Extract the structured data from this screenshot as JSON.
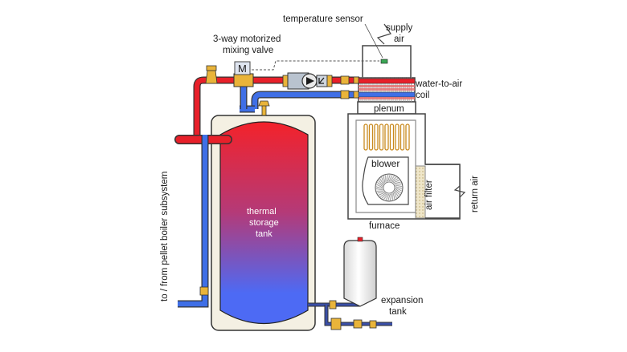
{
  "labels": {
    "temperature_sensor": "temperature sensor",
    "supply": "supply",
    "air": "air",
    "valve_line1": "3-way motorized",
    "valve_line2": "mixing valve",
    "valve_letter": "M",
    "water_to_air": "water-to-air",
    "coil": "coil",
    "plenum": "plenum",
    "blower": "blower",
    "air_filter": "air filter",
    "return_air": "return air",
    "furnace": "furnace",
    "tank_line1": "thermal",
    "tank_line2": "storage",
    "tank_line3": "tank",
    "expansion": "expansion",
    "expansion_tank": "tank",
    "boiler_subsystem": "to / from pellet boiler subsystem"
  },
  "colors": {
    "hot": "#e8202a",
    "cool": "#3f6fe6",
    "tank_top": "#f0242c",
    "tank_bottom": "#4a6cf5",
    "tank_jacket": "#f3efe2",
    "pipe_outline": "#333333",
    "fitting": "#e9b43a",
    "coil_fin": "#d9a23a"
  },
  "icons": {
    "pump": "circulator-pump-icon",
    "check_valve": "check-valve-icon",
    "sensor": "temperature-sensor-icon",
    "air_vent": "air-vent-icon"
  }
}
